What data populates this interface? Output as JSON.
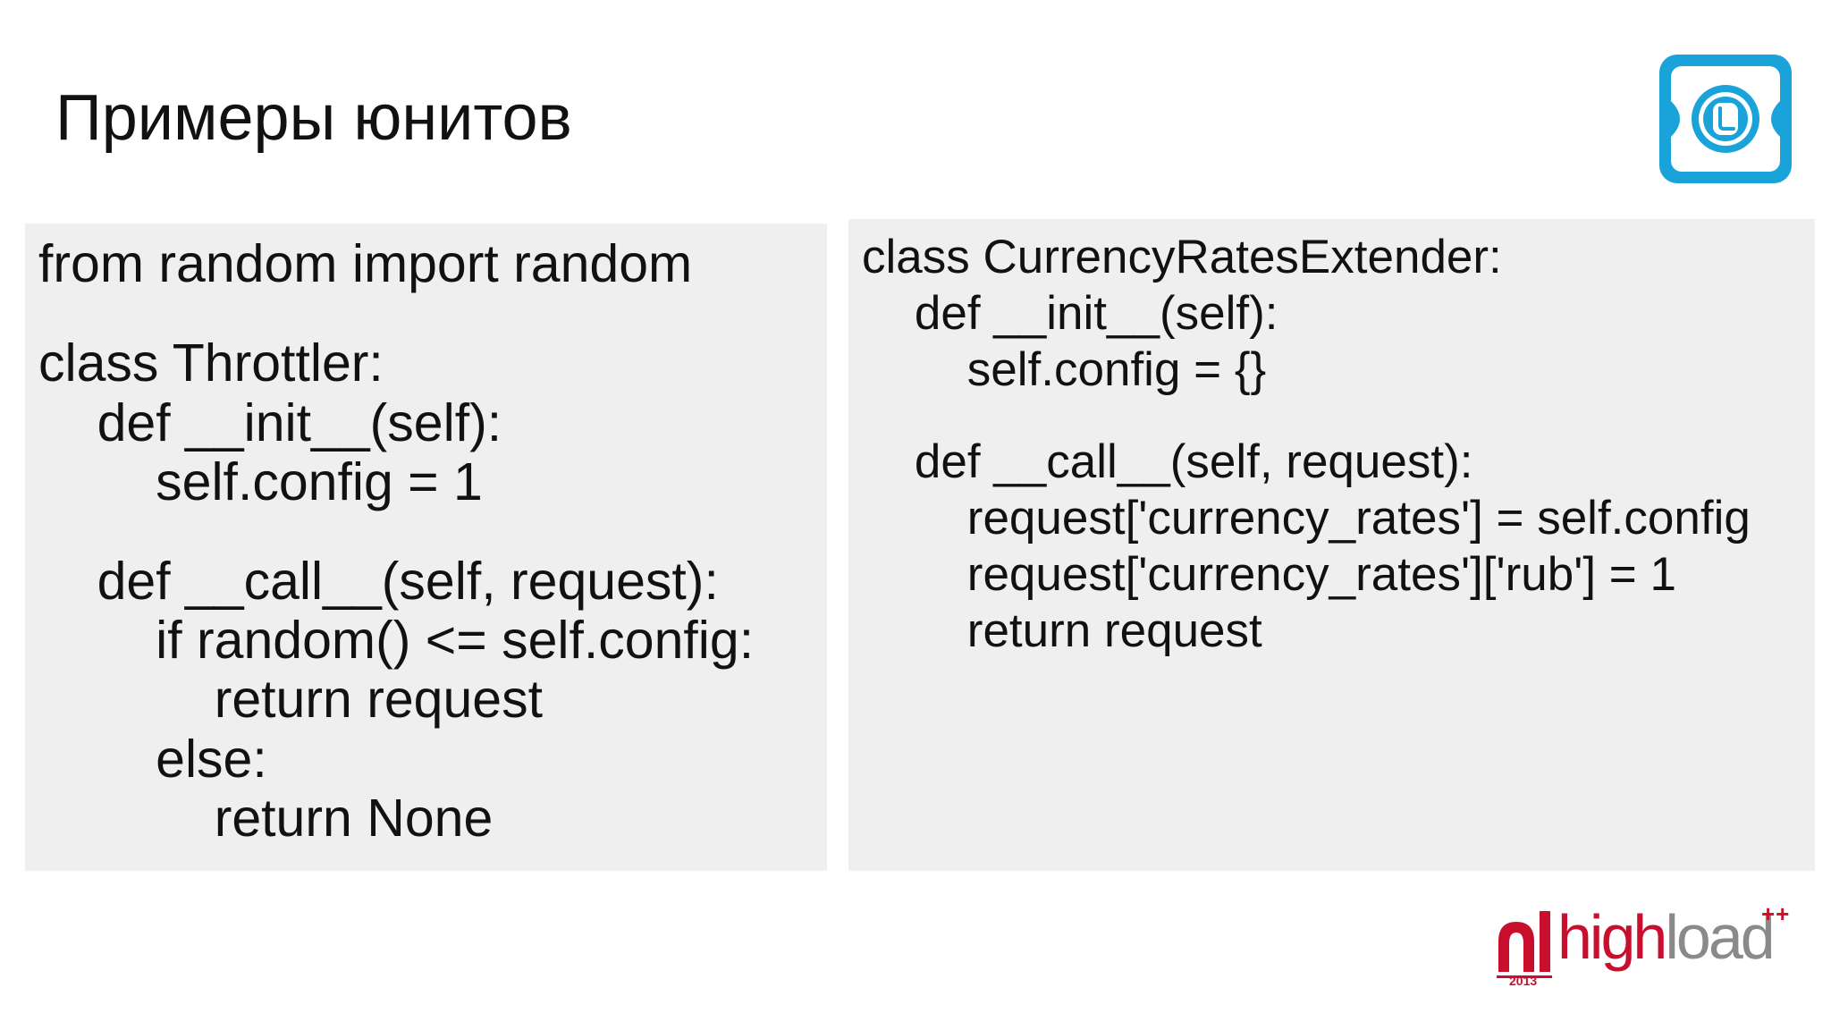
{
  "slide": {
    "title": "Примеры юнитов"
  },
  "left_code": {
    "lines": [
      "from random import random",
      "class Throttler:",
      "    def __init__(self):",
      "        self.config = 1",
      "    def __call__(self, request):",
      "        if random() <= self.config:",
      "            return request",
      "        else:",
      "            return None"
    ]
  },
  "right_code": {
    "lines": [
      "class CurrencyRatesExtender:",
      "    def __init__(self):",
      "        self.config = {}",
      "    def __call__(self, request):",
      "        request['currency_rates'] = self.config",
      "        request['currency_rates']['rub'] = 1",
      "        return request"
    ]
  },
  "branding": {
    "badge_icon": "app-badge-icon",
    "highload_high": "high",
    "highload_load": "load",
    "highload_plus": "++",
    "highload_year": "2013"
  },
  "colors": {
    "badge_blue": "#1aa3d9",
    "highload_red": "#c8102e",
    "highload_gray": "#8a8a8a",
    "panel_bg": "#efefef"
  }
}
